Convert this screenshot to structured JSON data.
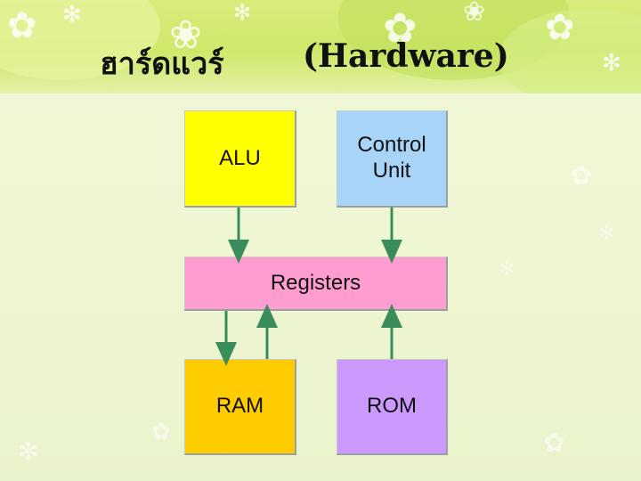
{
  "slide": {
    "title_thai": "ฮาร์ดแวร์",
    "title_en": "(Hardware)"
  },
  "diagram": {
    "alu": {
      "label": "ALU",
      "color": "#ffff00"
    },
    "control_unit": {
      "label": "Control\nUnit",
      "color": "#a8d4f8"
    },
    "registers": {
      "label": "Registers",
      "color": "#ff9cd0"
    },
    "ram": {
      "label": "RAM",
      "color": "#ffcc00"
    },
    "rom": {
      "label": "ROM",
      "color": "#cc99ff"
    },
    "arrow_color": "#3a8c5a"
  }
}
